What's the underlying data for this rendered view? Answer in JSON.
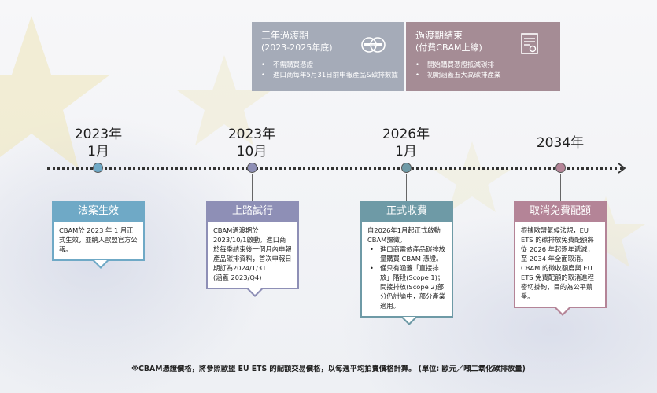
{
  "phases": [
    {
      "title": "三年過渡期",
      "subtitle": "(2023-2025年底)",
      "icon": "cash-coins-icon",
      "bullets": [
        "不需購買憑證",
        "進口商每年5月31日前申報產品&碳排數據"
      ]
    },
    {
      "title": "過渡期結束",
      "subtitle": "(付費CBAM上線)",
      "icon": "certificate-document-icon",
      "bullets": [
        "開始購買憑證抵減碳排",
        "初期涵蓋五大高碳排產業"
      ]
    }
  ],
  "milestones": [
    {
      "date_line1": "2023年",
      "date_line2": "1月",
      "title": "法案生效",
      "color": "#6fa9c6",
      "node_color": "#6fa9c6",
      "body": [
        "CBAM於 2023 年 1 月正式生效，並納入歐盟官方公報。"
      ]
    },
    {
      "date_line1": "2023年",
      "date_line2": "10月",
      "title": "上路試行",
      "color": "#8e8fb6",
      "node_color": "#8e8fb6",
      "body": [
        "CBAM過渡期於2023/10/1啟動。進口商於每季結束後一個月內申報產品碳排資料，首次申報日期訂為2024/1/31",
        "(涵蓋 2023/Q4)"
      ]
    },
    {
      "date_line1": "2026年",
      "date_line2": "1月",
      "title": "正式收費",
      "color": "#6e9aa6",
      "node_color": "#6e9aa6",
      "intro": "自2026年1月起正式啟動CBAM課徵。",
      "bullets": [
        "進口商需依產品碳排放量購買 CBAM 憑證。",
        "僅只有涵蓋「直接排放」階段(Scope 1)；間接排放(Scope 2)部分仍討論中，部分產業適用。"
      ]
    },
    {
      "date_line1": "2034年",
      "date_line2": "",
      "title": "取消免費配額",
      "color": "#b48497",
      "node_color": "#b48497",
      "body": [
        "根據歐盟氣候法規，EU ETS 的碳排放免費配額將從 2026 年起逐年遞減，至 2034 年全面取消。",
        "CBAM 的徵收額度與 EU ETS 免費配額的取消進程密切掛鉤，目的為公平競爭。"
      ]
    }
  ],
  "footnote": "※CBAM憑證價格，將參照歐盟 EU ETS 的配額交易價格，以每週平均拍賣價格計算。 (單位: 歐元／噸二氧化碳排放量)"
}
